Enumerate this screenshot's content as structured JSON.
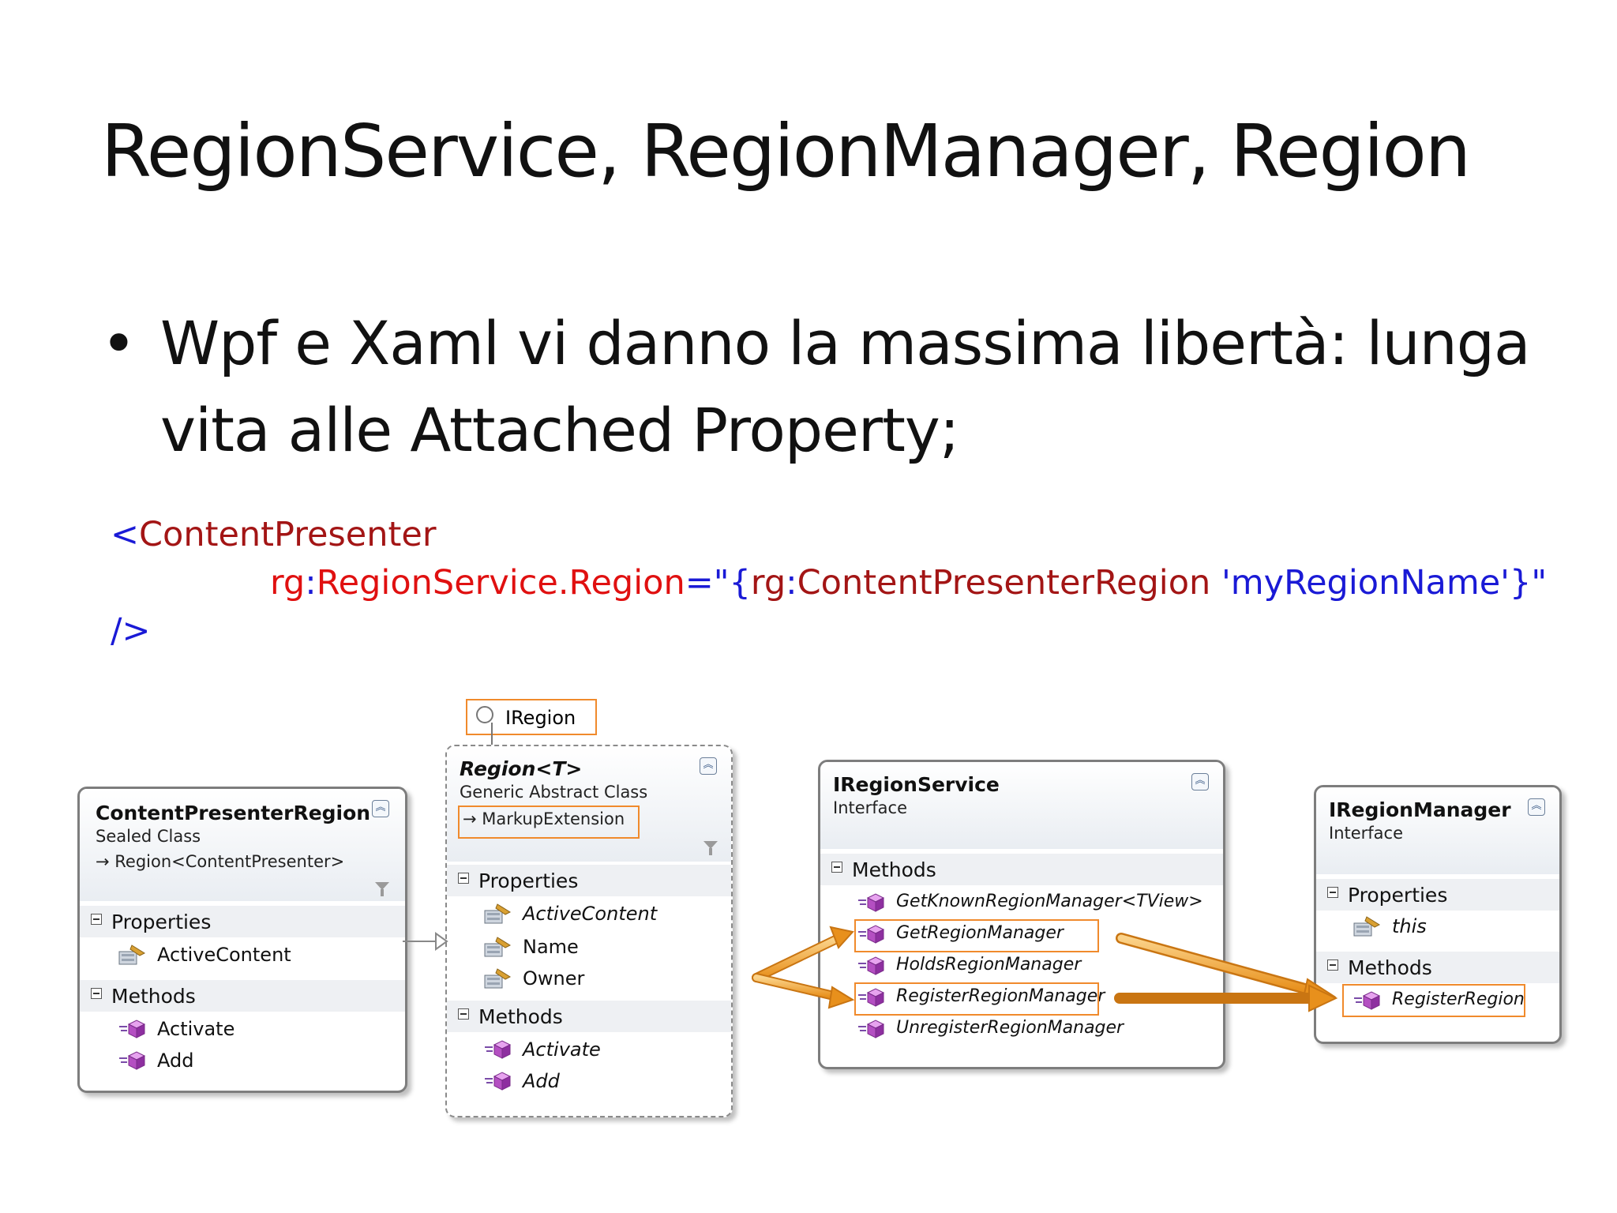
{
  "slide": {
    "title": "RegionService, RegionManager, Region",
    "bullet_mark": "•",
    "bullet_text": "Wpf e Xaml vi danno la massima libertà: lunga vita alle Attached Property;"
  },
  "code": {
    "line1_bracket": "<",
    "line1_tag": "ContentPresenter",
    "line2_prefix": "rg",
    "line2_colon": ":",
    "line2_attr": "RegionService.Region",
    "line2_eq": "=\"",
    "line2_brace_open": "{",
    "line2_prefix2": "rg",
    "line2_colon2": ":",
    "line2_type": "ContentPresenterRegion",
    "line2_value": " 'myRegionName'",
    "line2_brace_close": "}\"",
    "line3": "/>"
  },
  "diagram": {
    "iregion_label": "IRegion",
    "content_presenter_region": {
      "name": "ContentPresenterRegion",
      "kind": "Sealed Class",
      "inherits": "Region<ContentPresenter>",
      "properties_label": "Properties",
      "properties": [
        "ActiveContent"
      ],
      "methods_label": "Methods",
      "methods": [
        "Activate",
        "Add"
      ]
    },
    "region": {
      "name": "Region<T>",
      "kind": "Generic Abstract Class",
      "inherits": "MarkupExtension",
      "properties_label": "Properties",
      "properties": [
        "ActiveContent",
        "Name",
        "Owner"
      ],
      "methods_label": "Methods",
      "methods": [
        "Activate",
        "Add"
      ]
    },
    "iregion_service": {
      "name": "IRegionService",
      "kind": "Interface",
      "methods_label": "Methods",
      "methods": [
        "GetKnownRegionManager<TView>",
        "GetRegionManager",
        "HoldsRegionManager",
        "RegisterRegionManager",
        "UnregisterRegionManager"
      ]
    },
    "iregion_manager": {
      "name": "IRegionManager",
      "kind": "Interface",
      "properties_label": "Properties",
      "properties": [
        "this"
      ],
      "methods_label": "Methods",
      "methods": [
        "RegisterRegion"
      ]
    },
    "icons": {
      "collapse": "double-chevron-up-icon",
      "filter": "funnel-icon",
      "property": "property-wrench-icon",
      "method": "method-cube-icon",
      "inheritance": "arrow-right-icon"
    },
    "colors": {
      "highlight": "#f08a2c",
      "arrow": "#f2a12a",
      "code_blue": "#1a1ad6",
      "code_brown": "#a31515",
      "code_red": "#e01010"
    }
  }
}
